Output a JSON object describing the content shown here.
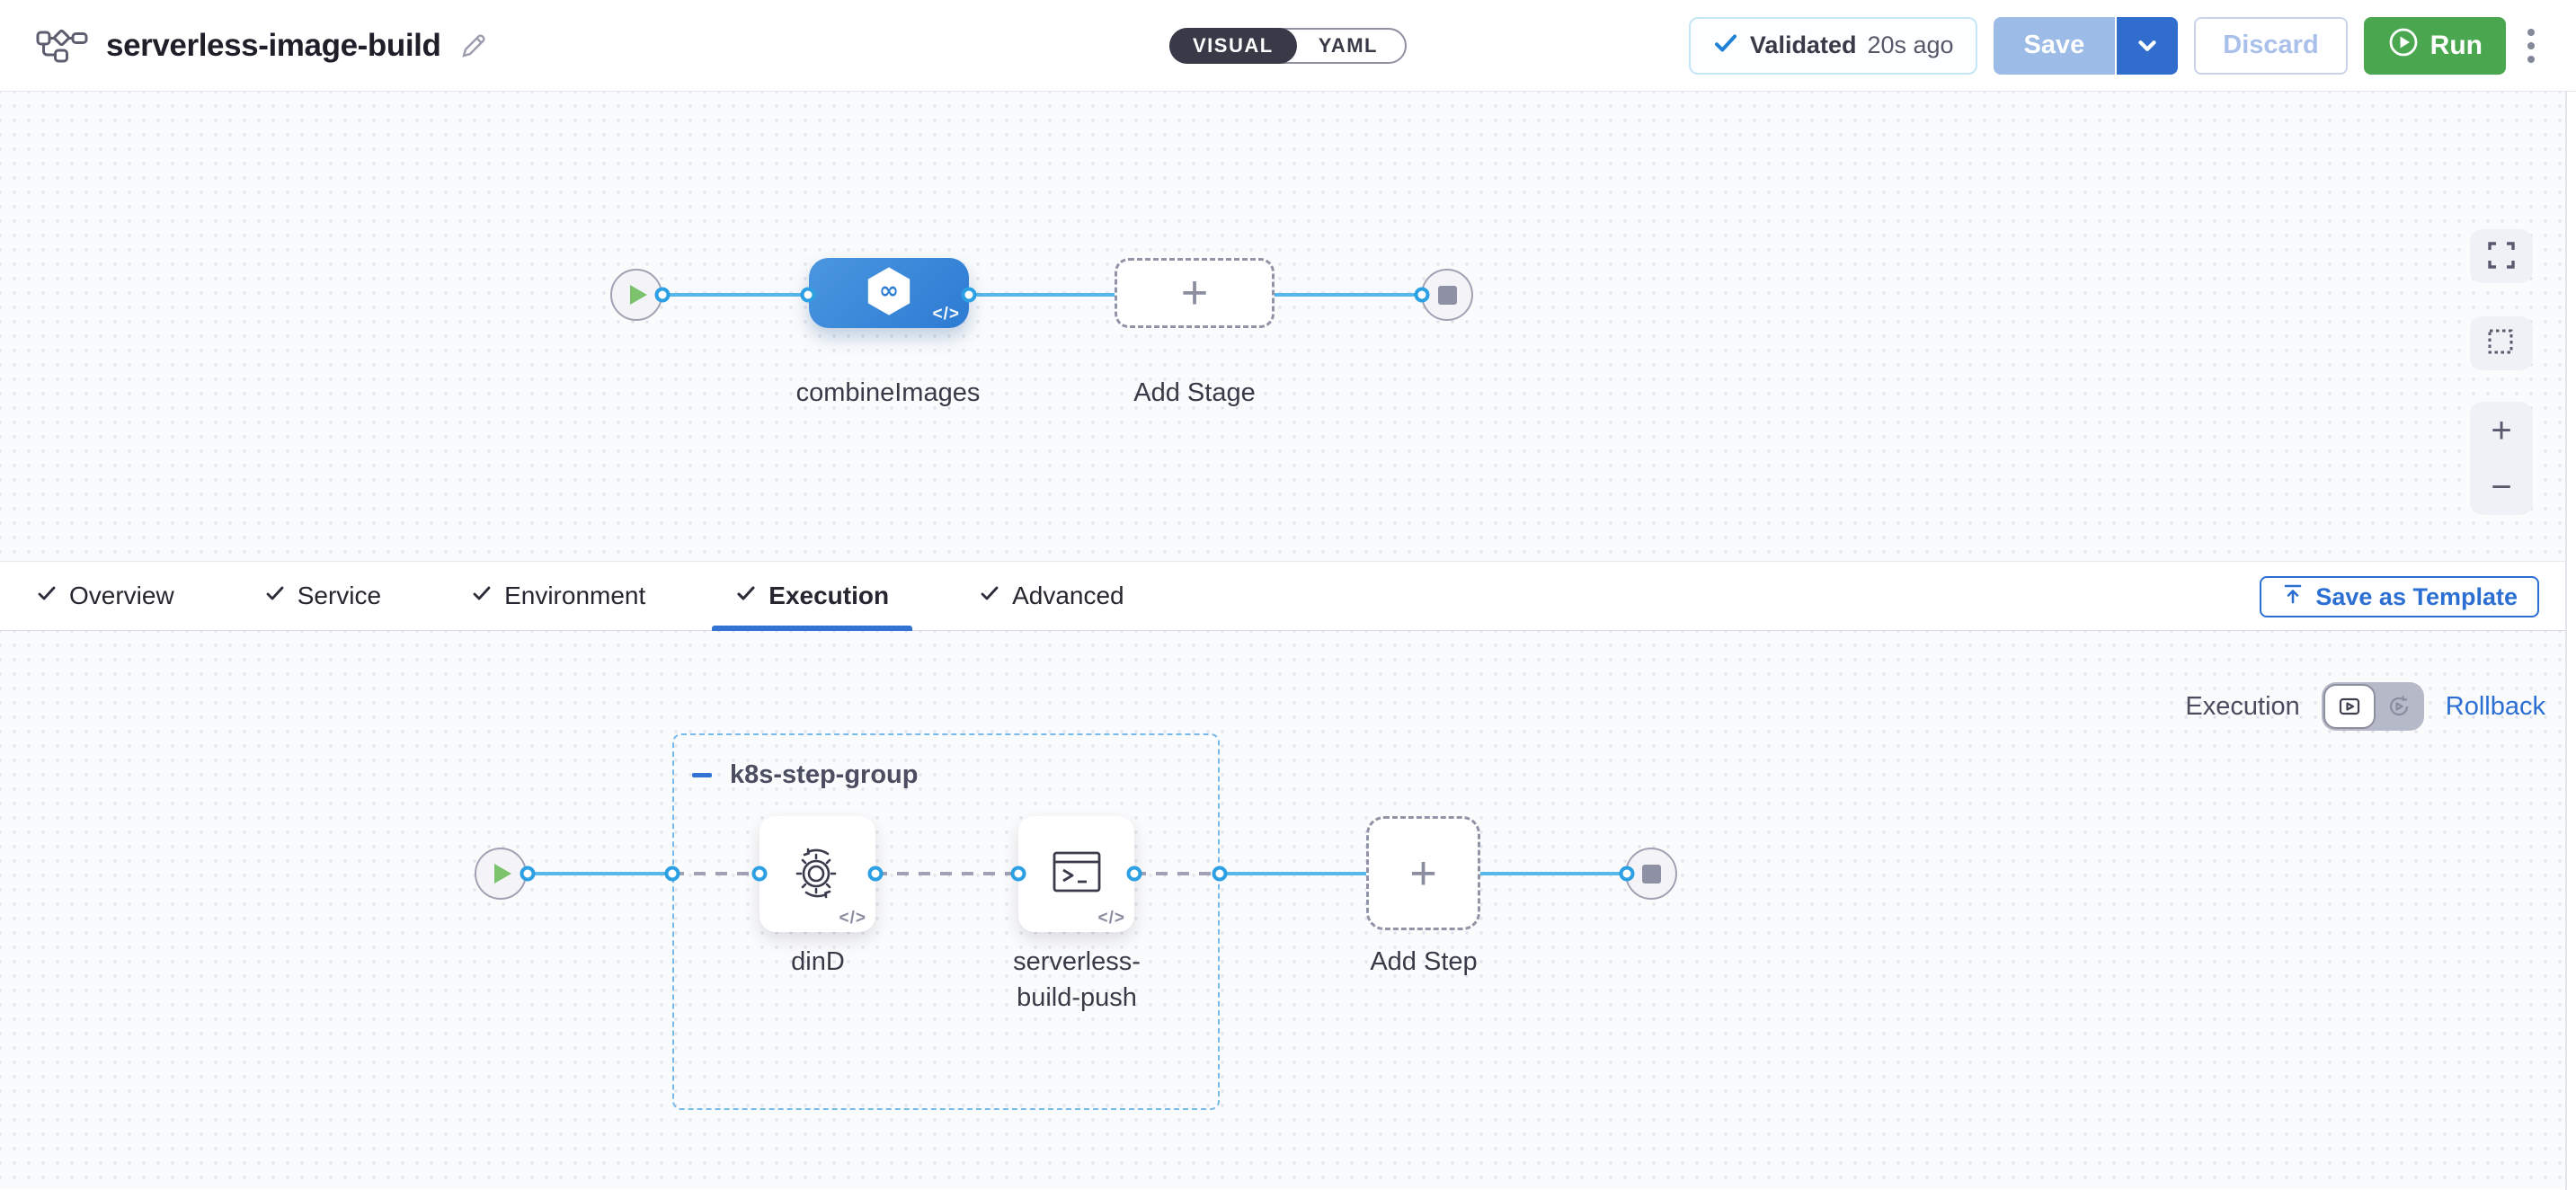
{
  "header": {
    "title": "serverless-image-build",
    "mode_toggle": {
      "visual_label": "VISUAL",
      "yaml_label": "YAML",
      "selected": "VISUAL"
    },
    "validation": {
      "status": "Validated",
      "time": "20s ago"
    },
    "actions": {
      "save": "Save",
      "discard": "Discard",
      "run": "Run"
    }
  },
  "stage_canvas": {
    "stage_label": "combineImages",
    "add_stage_label": "Add Stage",
    "code_badge": "</>"
  },
  "canvas_controls": {
    "zoom_in": "+",
    "zoom_out": "−"
  },
  "tabs": {
    "items": [
      {
        "label": "Overview"
      },
      {
        "label": "Service"
      },
      {
        "label": "Environment"
      },
      {
        "label": "Execution"
      },
      {
        "label": "Advanced"
      }
    ],
    "active": "Execution",
    "save_as_template": "Save as Template"
  },
  "execution_canvas": {
    "view_label": "Execution",
    "rollback_label": "Rollback",
    "group_name": "k8s-step-group",
    "steps": [
      {
        "label": "dinD"
      },
      {
        "label": "serverless-build-push"
      }
    ],
    "add_step_label": "Add Step",
    "code_badge": "</>"
  },
  "colors": {
    "primary_blue": "#3273d3",
    "run_green": "#4aa750",
    "link_blue": "#57b7ea",
    "connector_blue": "#2da0e4",
    "validated_blue": "#1f82d8",
    "dark_slate": "#383a47",
    "canvas_bg": "#fafbfc"
  }
}
